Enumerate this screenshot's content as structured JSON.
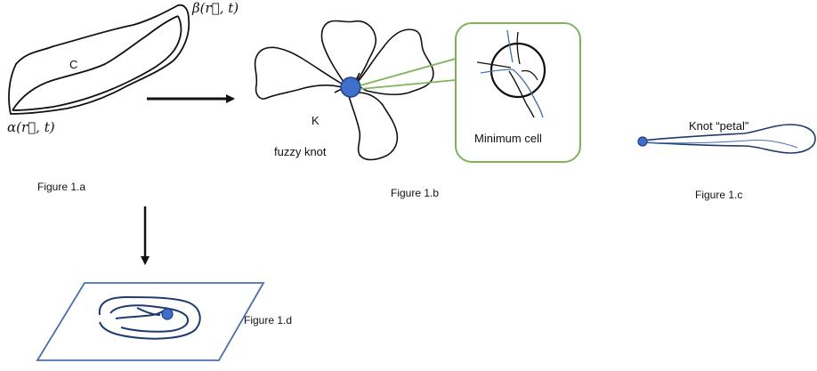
{
  "labels": {
    "alpha": "α(r⃗, t)",
    "beta": "β(r⃗, t)",
    "c": "C",
    "k": "K",
    "fuzzy_knot": "fuzzy knot",
    "minimum_cell": "Minimum cell",
    "knot_petal": "Knot “petal”",
    "fig_a": "Figure 1.a",
    "fig_b": "Figure 1.b",
    "fig_c": "Figure 1.c",
    "fig_d": "Figure 1.d"
  },
  "colors": {
    "line": "#111111",
    "node_fill": "#3f6fc9",
    "node_stroke": "#1f3f85",
    "callout": "#7fb35a",
    "blue_strand": "#4a6fae"
  }
}
